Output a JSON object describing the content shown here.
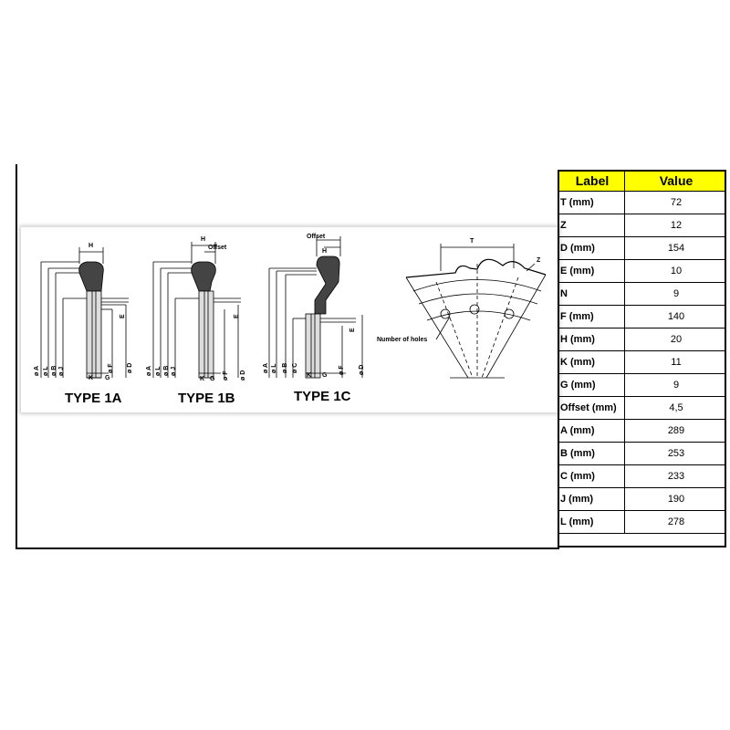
{
  "drawing": {
    "type_labels": [
      "TYPE 1A",
      "TYPE 1B",
      "TYPE 1C"
    ],
    "offset_label": "Offset",
    "number_of_holes_label": "Number of holes",
    "dim_letters": {
      "h": "H",
      "t": "T",
      "z": "Z",
      "k": "K",
      "g": "G",
      "a": "ø A",
      "l": "ø L",
      "b": "ø B",
      "j": "ø J",
      "f": "ø F",
      "d": "ø D",
      "e": "E",
      "c": "ø C"
    }
  },
  "table": {
    "headers": [
      "Label",
      "Value"
    ],
    "rows": [
      {
        "label": "T  (mm)",
        "value": "72"
      },
      {
        "label": "Z",
        "value": "12"
      },
      {
        "label": "D  (mm)",
        "value": "154"
      },
      {
        "label": "E  (mm)",
        "value": "10"
      },
      {
        "label": "N",
        "value": "9"
      },
      {
        "label": "F  (mm)",
        "value": "140"
      },
      {
        "label": "H (mm)",
        "value": "20"
      },
      {
        "label": "K (mm)",
        "value": "11"
      },
      {
        "label": "G (mm)",
        "value": "9"
      },
      {
        "label": "Offset (mm)",
        "value": "4,5"
      },
      {
        "label": "A (mm)",
        "value": "289"
      },
      {
        "label": "B (mm)",
        "value": "253"
      },
      {
        "label": "C (mm)",
        "value": "233"
      },
      {
        "label": "J (mm)",
        "value": "190"
      },
      {
        "label": "L (mm)",
        "value": "278"
      }
    ]
  }
}
